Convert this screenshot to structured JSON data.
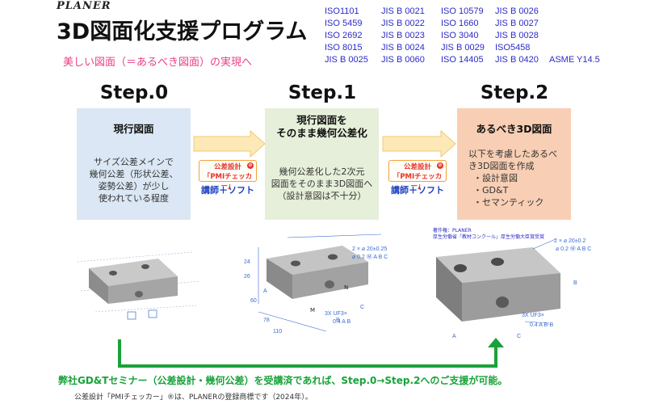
{
  "header": {
    "brand": "PLANER",
    "title": "3D図面化支援プログラム",
    "subtitle": "美しい図面（＝あるべき図面）の実現へ"
  },
  "standards": [
    [
      "ISO1101",
      "JIS B 0021",
      "ISO 10579",
      "JIS B 0026"
    ],
    [
      "ISO 5459",
      "JIS B 0022",
      "ISO 1660",
      "JIS B 0027"
    ],
    [
      "ISO 2692",
      "JIS B 0023",
      "ISO 3040",
      "JIS B 0028"
    ],
    [
      "ISO 8015",
      "JIS B 0024",
      "JIS B 0029",
      "ISO5458"
    ],
    [
      "JIS B 0025",
      "JIS B 0060",
      "ISO 14405",
      "JIS B 0420",
      "ASME Y14.5"
    ]
  ],
  "steps": [
    {
      "label": "Step.0",
      "heading": [
        "現行図面"
      ],
      "body": [
        "サイズ公差メインで",
        "幾何公差（形状公差、",
        "姿勢公差）が少し",
        "使われている程度"
      ]
    },
    {
      "label": "Step.1",
      "heading": [
        "現行図面を",
        "そのまま幾何公差化"
      ],
      "body": [
        "幾何公差化した2次元",
        "図面をそのまま3D図面へ",
        "（設計意図は不十分）"
      ]
    },
    {
      "label": "Step.2",
      "heading": [
        "あるべき3D図面"
      ],
      "body": [
        "以下を考慮したあるべ",
        "き3D図面を作成",
        "・設計意図",
        "・GD&T",
        "・セマンティック"
      ]
    }
  ],
  "badge": {
    "line1": "公差設計",
    "line2": "「PMIチェッカー」",
    "foot": "講師＋ソフト"
  },
  "figure_labels": {
    "step1": [
      "24",
      "26",
      "60",
      "78",
      "110",
      "N",
      "M",
      "A",
      "B",
      "C",
      "2 × ⌀ 20±0.25",
      "⌀ 0.2 Ⓜ A B C",
      "3X UF3×",
      "0.4 A B"
    ],
    "step2": [
      "2 × ⌀ 20±0.2",
      "⌀ 0.2 Ⓜ A B C",
      "3X UF3×",
      "0.4 A B-B",
      "A",
      "B",
      "C"
    ]
  },
  "credit": [
    "著作権：PLANER",
    "厚生労働省「教材コンクール」厚生労働大臣賞受賞"
  ],
  "bottom_message": "弊社GD&Tセミナー（公差設計・幾何公差）を受講済であれば、Step.0→Step.2へのご支援が可能。",
  "footnote": "公差設計「PMIチェッカー」®は、PLANERの登録商標です（2024年）。",
  "colors": {
    "subtitle": "#ea3f88",
    "standards": "#2b2bc8",
    "step0_box": "#dbe7f4",
    "step1_box": "#e6efd9",
    "step2_box": "#f8cfb4",
    "arrow": "#fde8b8",
    "badge_border": "#f2a23a",
    "badge_text": "#e8332a",
    "badge_foot": "#1d3fbf",
    "green": "#19a23a"
  }
}
